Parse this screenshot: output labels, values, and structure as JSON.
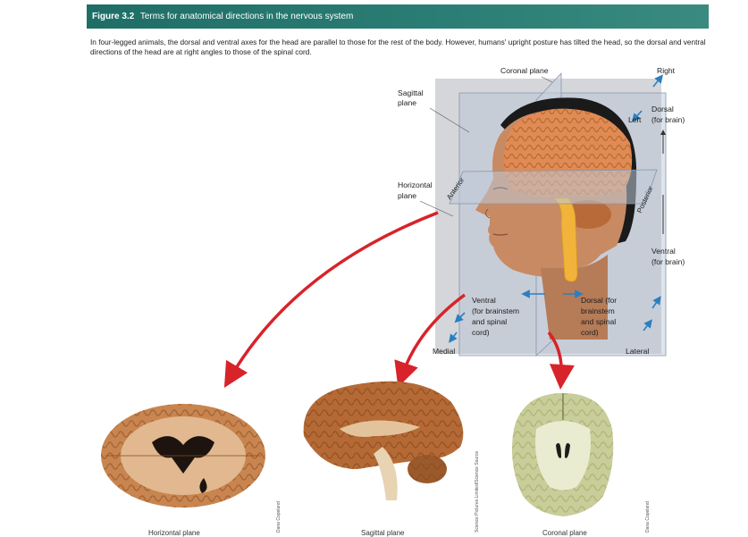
{
  "figure": {
    "number": "Figure 3.2",
    "title": "Terms for anatomical directions in the nervous system"
  },
  "caption": "In four-legged animals, the dorsal and ventral axes for the head are parallel to those for the rest of the body. However, humans' upright posture has tilted the head, so the dorsal and ventral directions of the head are at right angles to those of the spinal cord.",
  "diagram_labels": {
    "coronal_plane": "Coronal plane",
    "right": "Right",
    "sagittal_plane_1": "Sagittal",
    "sagittal_plane_2": "plane",
    "dorsal_brain_1": "Dorsal",
    "dorsal_brain_2": "(for brain)",
    "left": "Left",
    "horizontal_plane_1": "Horizontal",
    "horizontal_plane_2": "plane",
    "anterior": "Anterior",
    "posterior": "Posterior",
    "ventral_brain_1": "Ventral",
    "ventral_brain_2": "(for brain)",
    "ventral_spine_1": "Ventral",
    "ventral_spine_2": "(for brainstem",
    "ventral_spine_3": "and spinal",
    "ventral_spine_4": "cord)",
    "dorsal_spine_1": "Dorsal (for",
    "dorsal_spine_2": "brainstem",
    "dorsal_spine_3": "and spinal",
    "dorsal_spine_4": "cord)",
    "medial": "Medial",
    "lateral": "Lateral"
  },
  "photo_credits": {
    "credit_1": "Dana Copeland",
    "credit_2": "Science Pictures Limited/Science Source",
    "credit_3": "Dana Copeland"
  },
  "bottom_labels": {
    "horizontal": "Horizontal plane",
    "sagittal": "Sagittal plane",
    "coronal": "Coronal plane"
  },
  "colors": {
    "header": "#2a7d74",
    "arrow_red": "#d8232a",
    "direction_blue": "#2a7fc1",
    "plane_gray": "#d4d6da"
  }
}
